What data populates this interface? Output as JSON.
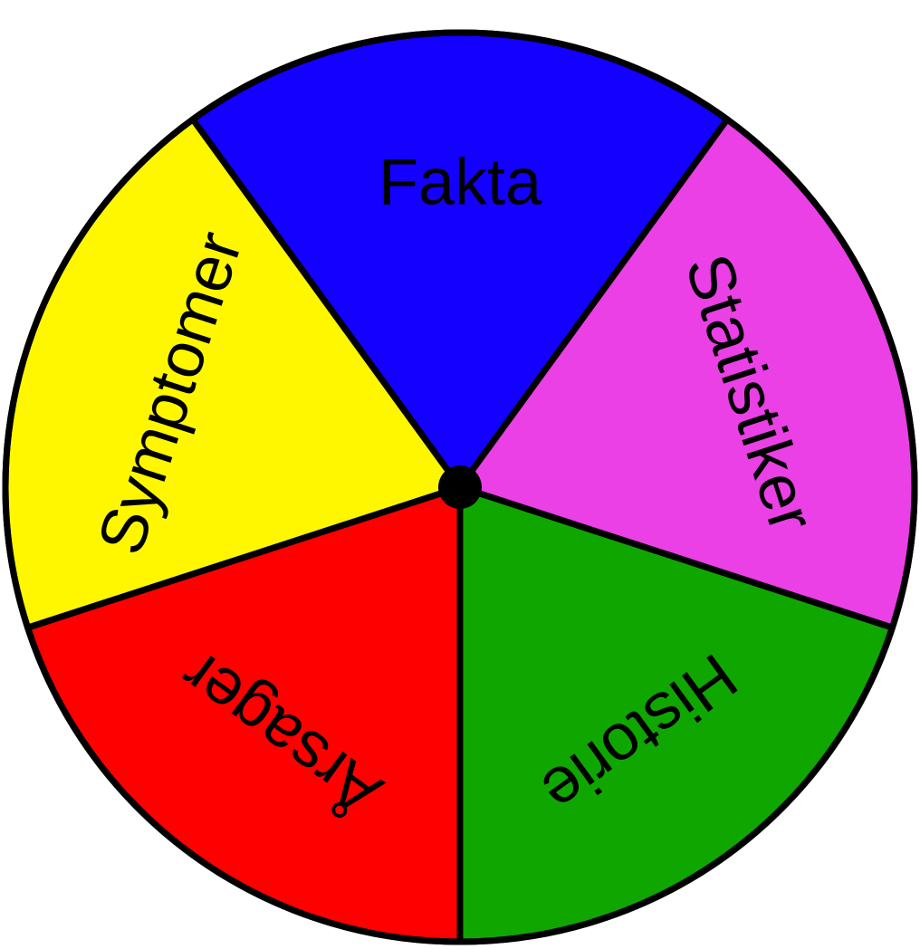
{
  "wheel": {
    "segments": [
      {
        "label": "Fakta",
        "color": "#1300ff"
      },
      {
        "label": "Statistiker",
        "color": "#ea40e6"
      },
      {
        "label": "Historie",
        "color": "#0fa600"
      },
      {
        "label": "Årsager",
        "color": "#ff0000"
      },
      {
        "label": "Symptomer",
        "color": "#fff700"
      }
    ],
    "outline_color": "#000000",
    "hub_color": "#000000"
  }
}
